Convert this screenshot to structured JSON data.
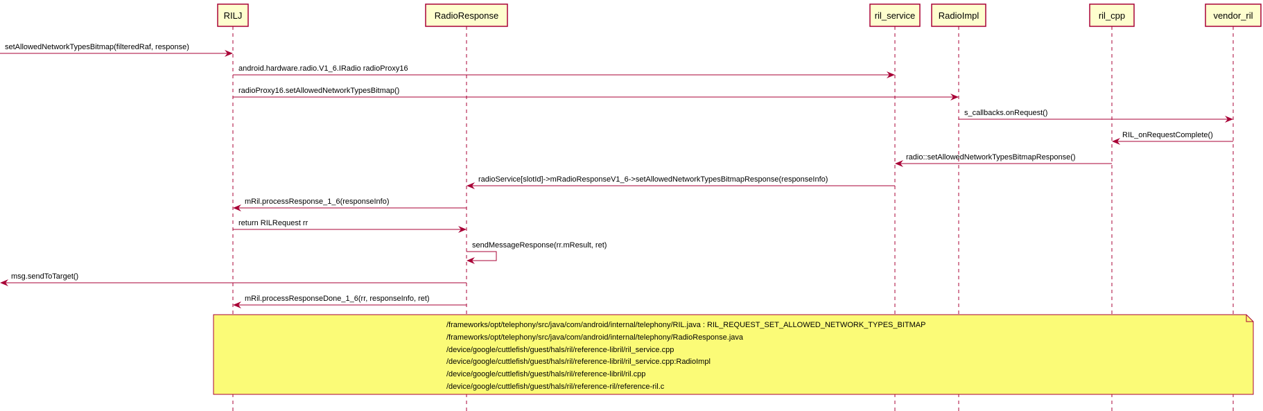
{
  "participants": [
    {
      "id": "rilj",
      "label": "RILJ"
    },
    {
      "id": "radioresponse",
      "label": "RadioResponse"
    },
    {
      "id": "ril_service",
      "label": "ril_service"
    },
    {
      "id": "radioimpl",
      "label": "RadioImpl"
    },
    {
      "id": "ril_cpp",
      "label": "ril_cpp"
    },
    {
      "id": "vendor_ril",
      "label": "vendor_ril"
    }
  ],
  "messages": [
    {
      "from": "left-edge",
      "to": "rilj",
      "label": "setAllowedNetworkTypesBitmap(filteredRaf, response)"
    },
    {
      "from": "rilj",
      "to": "ril_service",
      "label": "android.hardware.radio.V1_6.IRadio radioProxy16"
    },
    {
      "from": "rilj",
      "to": "radioimpl",
      "label": "radioProxy16.setAllowedNetworkTypesBitmap()"
    },
    {
      "from": "radioimpl",
      "to": "vendor_ril",
      "label": "s_callbacks.onRequest()"
    },
    {
      "from": "vendor_ril",
      "to": "ril_cpp",
      "label": "RIL_onRequestComplete()"
    },
    {
      "from": "ril_cpp",
      "to": "ril_service",
      "label": "radio::setAllowedNetworkTypesBitmapResponse()"
    },
    {
      "from": "ril_service",
      "to": "radioresponse",
      "label": "radioService[slotId]->mRadioResponseV1_6->setAllowedNetworkTypesBitmapResponse(responseInfo)"
    },
    {
      "from": "radioresponse",
      "to": "rilj",
      "label": "mRil.processResponse_1_6(responseInfo)"
    },
    {
      "from": "rilj",
      "to": "radioresponse",
      "label": "return RILRequest rr"
    },
    {
      "from": "radioresponse",
      "to": "radioresponse",
      "label": "sendMessageResponse(rr.mResult, ret)"
    },
    {
      "from": "radioresponse",
      "to": "left-edge",
      "label": "msg.sendToTarget()"
    },
    {
      "from": "radioresponse",
      "to": "rilj",
      "label": "mRil.processResponseDone_1_6(rr, responseInfo, ret)"
    }
  ],
  "note": {
    "lines": [
      "/frameworks/opt/telephony/src/java/com/android/internal/telephony/RIL.java : RIL_REQUEST_SET_ALLOWED_NETWORK_TYPES_BITMAP",
      "/frameworks/opt/telephony/src/java/com/android/internal/telephony/RadioResponse.java",
      "/device/google/cuttlefish/guest/hals/ril/reference-libril/ril_service.cpp",
      "/device/google/cuttlefish/guest/hals/ril/reference-libril/ril_service.cpp:RadioImpl",
      "/device/google/cuttlefish/guest/hals/ril/reference-libril/ril.cpp",
      "/device/google/cuttlefish/guest/hals/ril/reference-ril/reference-ril.c"
    ]
  },
  "colors": {
    "participant_fill": "#FEFECE",
    "line": "#A80036",
    "note_fill": "#FBFB77"
  }
}
